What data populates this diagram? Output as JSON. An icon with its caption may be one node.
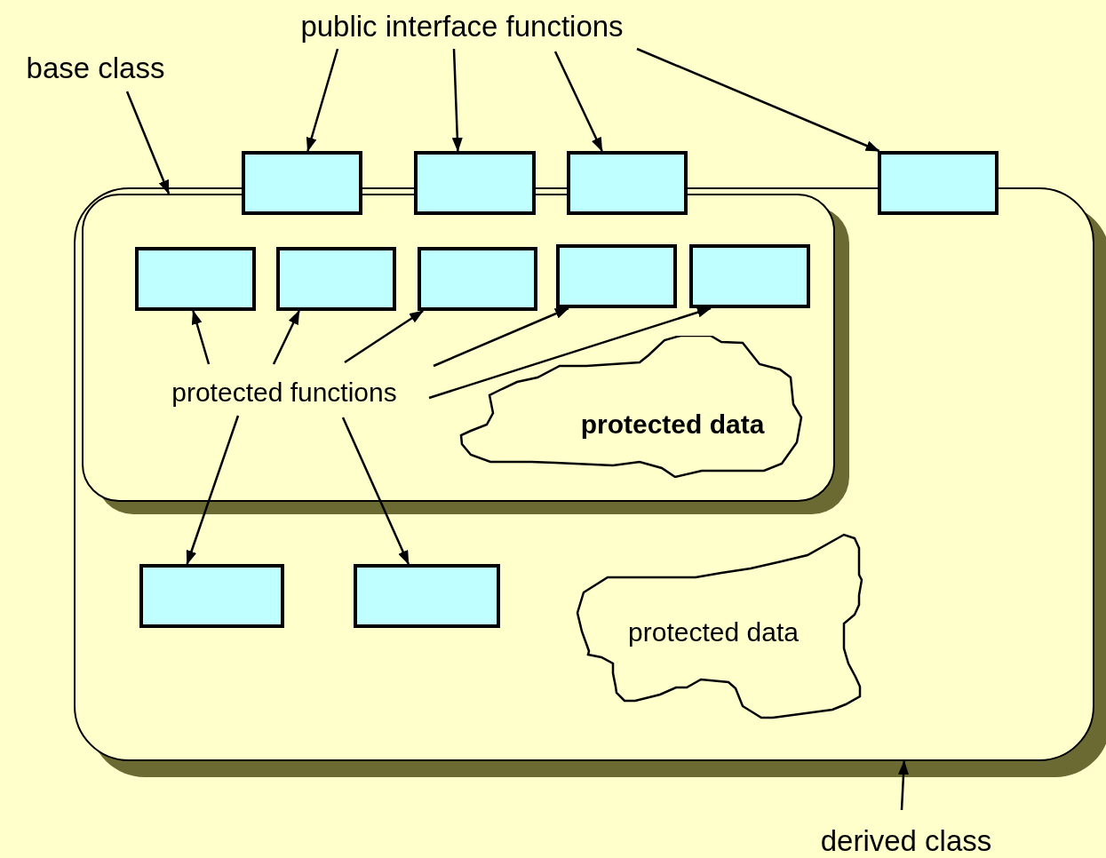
{
  "diagram": {
    "nodes": [
      {
        "text": [
          "public interface functions"
        ]
      },
      {
        "text": [
          "base class"
        ]
      },
      {
        "text": [],
        "shape": "box"
      },
      {
        "text": [],
        "shape": "box"
      },
      {
        "text": [],
        "shape": "box"
      },
      {
        "text": [],
        "shape": "box"
      },
      {
        "text": [],
        "shape": "box"
      },
      {
        "text": [],
        "shape": "box",
        "in": 6
      },
      {
        "text": [],
        "shape": "box",
        "in": 7
      },
      {
        "text": [],
        "shape": "box",
        "in": 7
      },
      {
        "text": [],
        "shape": "box",
        "in": 7
      },
      {
        "text": [],
        "shape": "box",
        "in": 7
      },
      {
        "text": [],
        "shape": "box",
        "in": 7
      },
      {
        "text": [
          "protected functions"
        ],
        "in": 7
      },
      {
        "text": [
          "protected data"
        ],
        "in": 7
      },
      {
        "text": [],
        "shape": "box",
        "in": 6
      },
      {
        "text": [],
        "shape": "box",
        "in": 6
      },
      {
        "text": [
          "protected data"
        ],
        "in": 6
      },
      {
        "text": [
          "derived class"
        ]
      }
    ],
    "edges": [
      {
        "from": 0,
        "to": 2,
        "arrow": "to"
      },
      {
        "from": 0,
        "to": 3,
        "arrow": "to"
      },
      {
        "from": 0,
        "to": 4,
        "arrow": "to"
      },
      {
        "from": 0,
        "to": 5,
        "arrow": "to"
      },
      {
        "from": 1,
        "to": 7,
        "arrow": "to"
      },
      {
        "from": 13,
        "to": 8,
        "arrow": "to"
      },
      {
        "from": 13,
        "to": 9,
        "arrow": "to"
      },
      {
        "from": 13,
        "to": 10,
        "arrow": "to"
      },
      {
        "from": 13,
        "to": 11,
        "arrow": "to"
      },
      {
        "from": 13,
        "to": 12,
        "arrow": "to"
      },
      {
        "from": 13,
        "to": 15,
        "arrow": "to"
      },
      {
        "from": 13,
        "to": 16,
        "arrow": "to"
      },
      {
        "from": 18,
        "to": 6,
        "arrow": "to"
      }
    ]
  }
}
